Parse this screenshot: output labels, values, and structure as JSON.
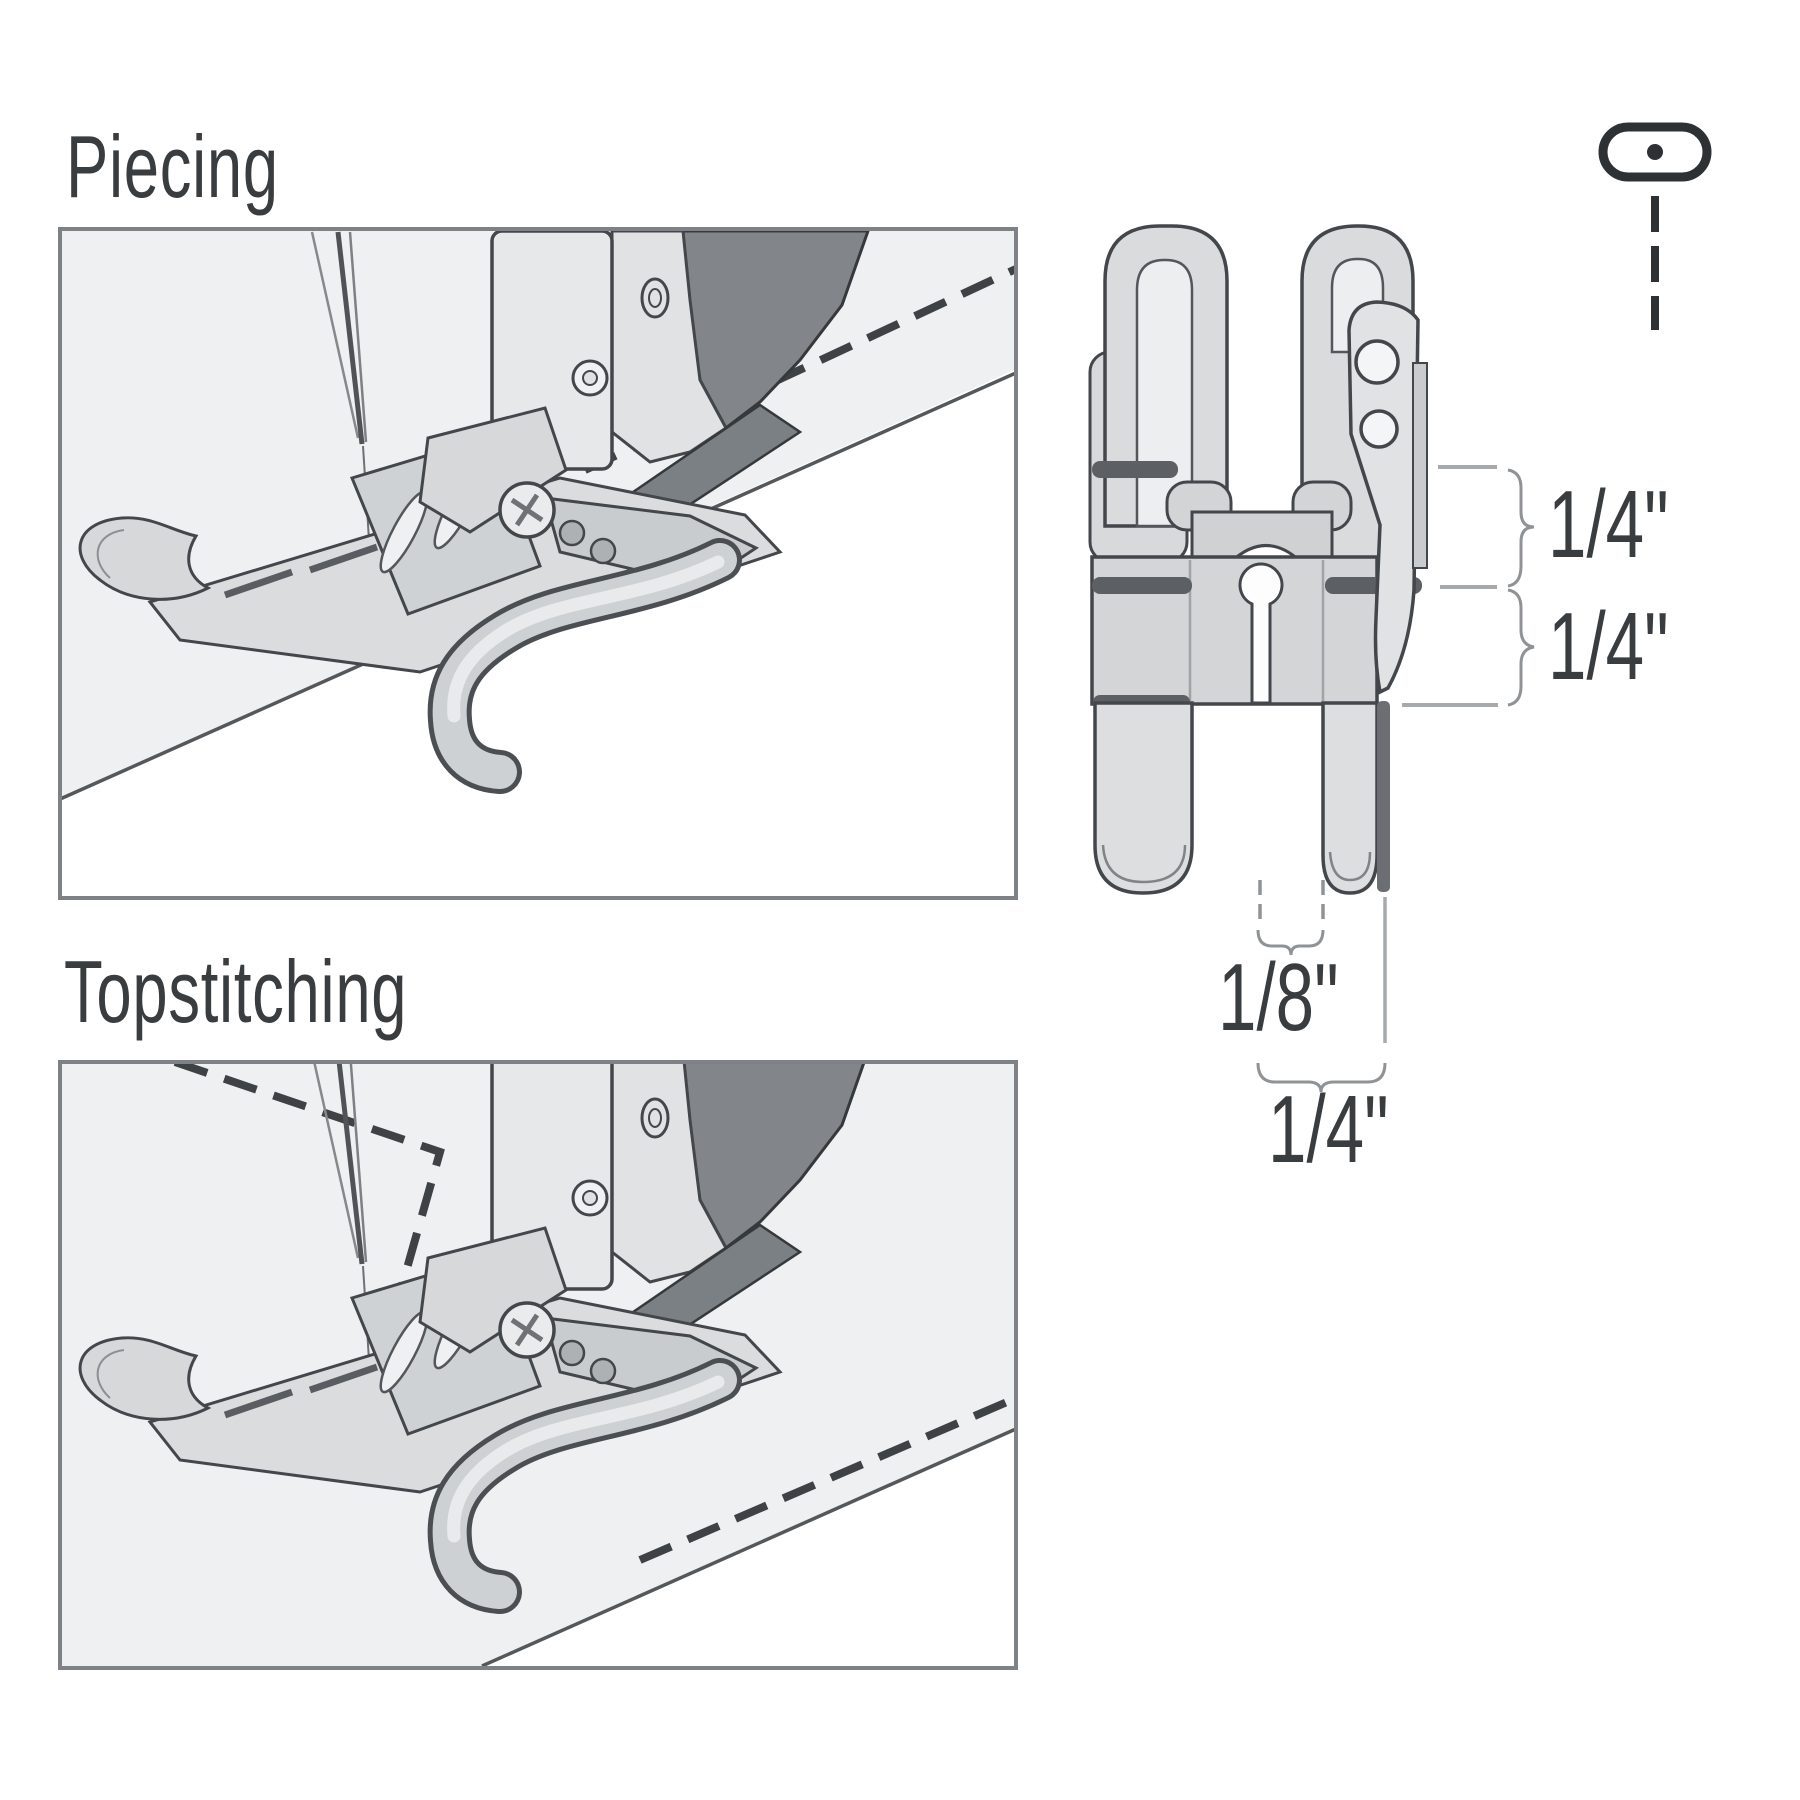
{
  "page": {
    "background": "#ffffff",
    "type": "sewing-machine-manual-diagram",
    "subject": "quarter-inch quilting presser foot"
  },
  "sections": {
    "piecing": "Piecing",
    "topstitching": "Topstitching"
  },
  "dimensions": {
    "right_upper": "1/4\"",
    "right_lower": "1/4\"",
    "bottom_inner": "1/8\"",
    "bottom_outer": "1/4\""
  },
  "icons": {
    "screw_icon": "screw-top-view",
    "foot_front_view": "presser-foot-front-view",
    "piecing_illustration": "presser-foot-on-fabric-perspective",
    "topstitching_illustration": "presser-foot-topstitching-perspective"
  },
  "colors": {
    "outline": "#43474b",
    "metal_light": "#e6e8ea",
    "metal_mid": "#d3d5d7",
    "metal_dark": "#85898e",
    "mark_dark": "#5c6064",
    "dimension_gray": "#a6aaad",
    "brace_gray": "#8f9396",
    "stitch_dash": "#3f4245",
    "fabric": "#eef0f1",
    "frame_border": "#7e8286",
    "text": "#3a3d40"
  }
}
